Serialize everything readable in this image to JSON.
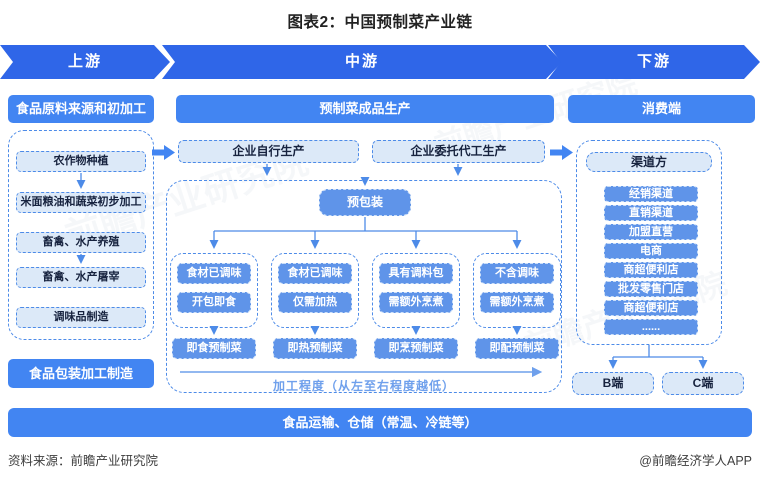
{
  "title": "图表2：中国预制菜产业链",
  "banner": {
    "upstream": "上游",
    "midstream": "中游",
    "downstream": "下游"
  },
  "upstream": {
    "header": "食品原料来源和初加工",
    "items": [
      "农作物种植",
      "米面粮油和蔬菜初步加工",
      "畜禽、水产养殖",
      "畜禽、水产屠宰",
      "调味品制造"
    ],
    "packaging": "食品包装加工制造"
  },
  "midstream": {
    "header": "预制菜成品生产",
    "self_production": "企业自行生产",
    "outsourced_production": "企业委托代工生产",
    "prepackaging": "预包装",
    "categories": [
      {
        "feature": "食材已调味",
        "usage": "开包即食",
        "type": "即食预制菜"
      },
      {
        "feature": "食材已调味",
        "usage": "仅需加热",
        "type": "即热预制菜"
      },
      {
        "feature": "具有调料包",
        "usage": "需额外烹煮",
        "type": "即烹预制菜"
      },
      {
        "feature": "不含调味",
        "usage": "需额外烹煮",
        "type": "即配预制菜"
      }
    ],
    "processing_axis": "加工程度（从左至右程度越低）"
  },
  "downstream": {
    "header": "消费端",
    "channel_header": "渠道方",
    "channels": [
      "经销渠道",
      "直销渠道",
      "加盟直营",
      "电商",
      "商超便利店",
      "批发零售门店",
      "商超便利店",
      "......"
    ],
    "client_types": [
      "B端",
      "C端"
    ]
  },
  "logistics": "食品运输、仓储（常温、冷链等）",
  "footer": {
    "source": "资料来源：前瞻产业研究院",
    "credit": "@前瞻经济学人APP"
  },
  "watermark": "前瞻产业研究院",
  "colors": {
    "banner_blue": "#2F66E8",
    "header_blue": "#4285F2",
    "medium_blue": "#5F94E9",
    "light_blue": "#DCE9F8",
    "dash_border": "#4D8BE8",
    "dark_text": "#17233F",
    "axis_blue": "#6FA0EC"
  }
}
